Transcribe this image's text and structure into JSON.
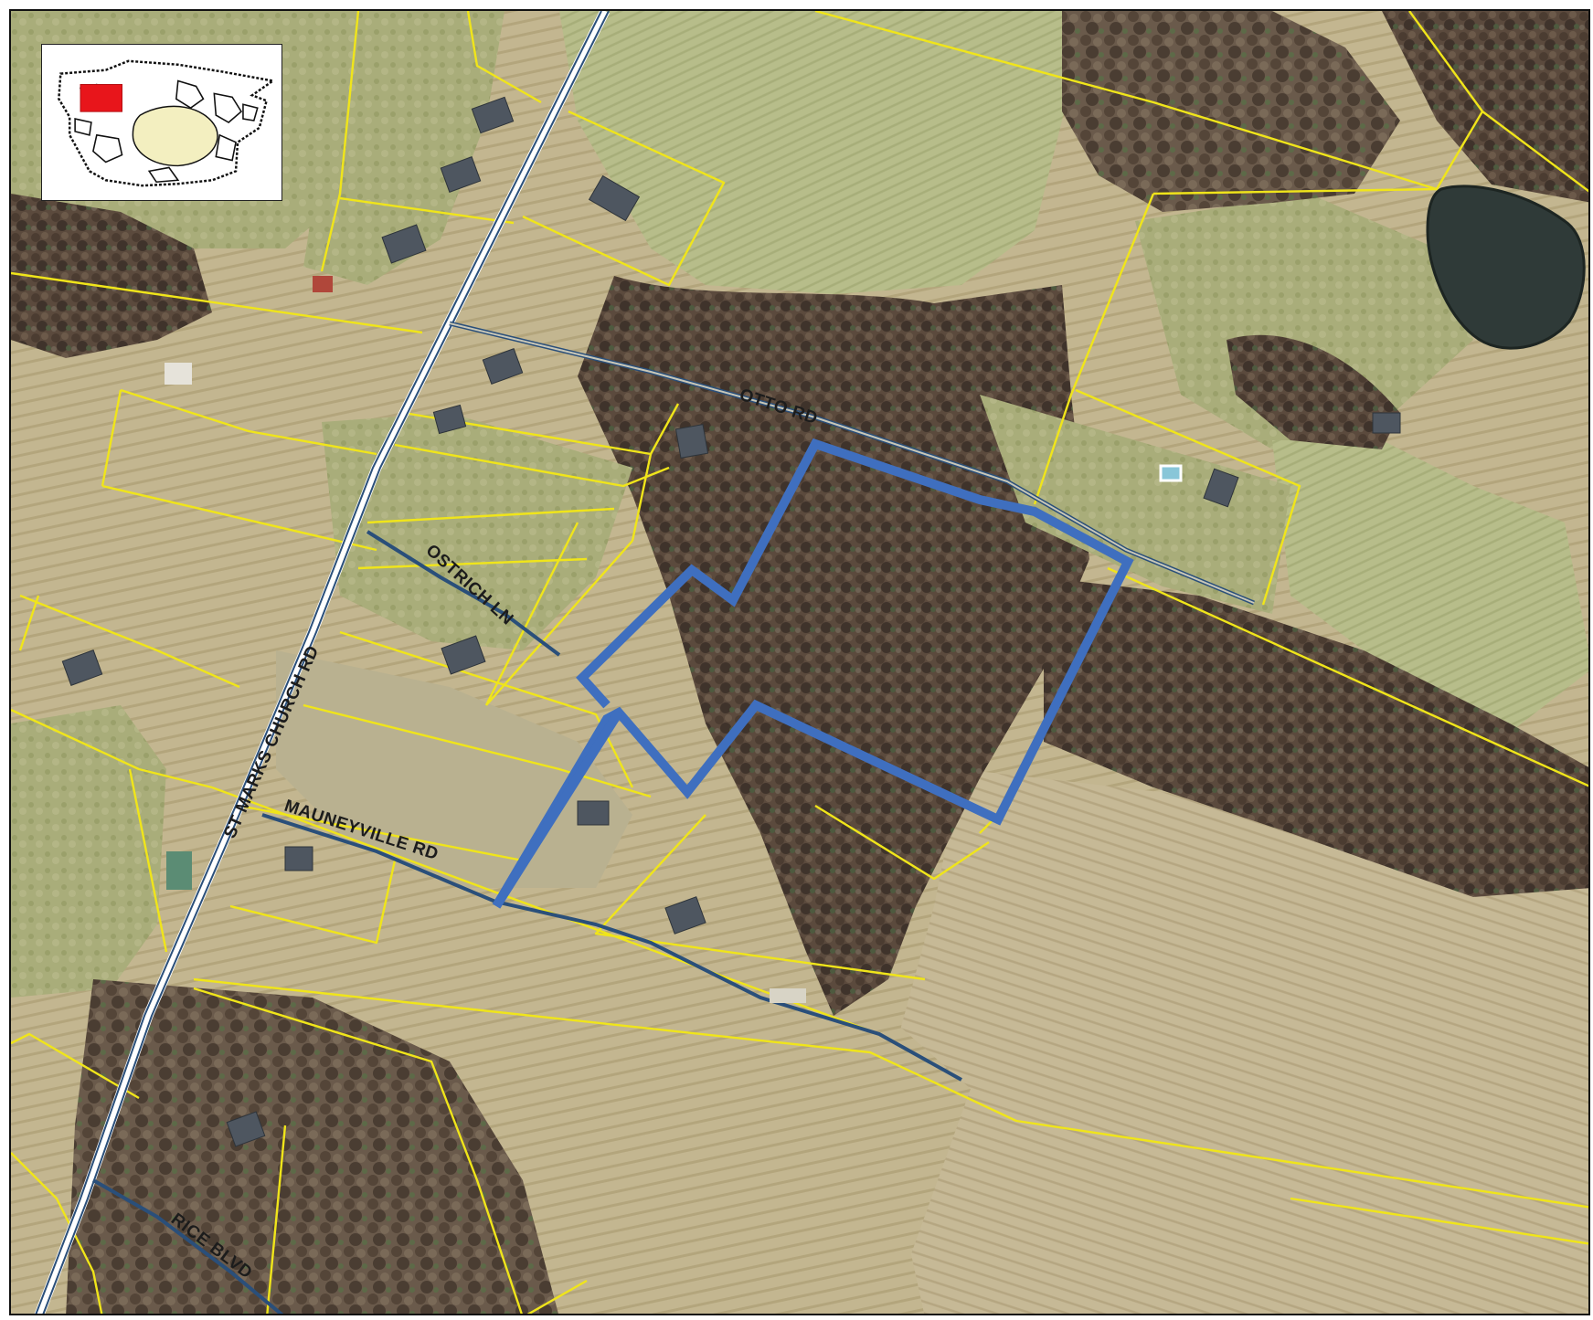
{
  "map": {
    "roads": {
      "st_marks_church_rd": "ST MARKS CHURCH RD",
      "otto_rd": "OTTO RD",
      "ostrich_ln": "OSTRICH LN",
      "mauneyville_rd": "MAUNEYVILLE RD",
      "rice_blvd": "RICE BLVD"
    },
    "colors": {
      "parcel_lines": "#f0e51a",
      "subject_parcel": "#3f6fbf",
      "road_casing": "#2a4f7a",
      "locator_highlight": "#e8151b",
      "locator_fill": "#f3efc0"
    },
    "icons": {
      "locator": "county-locator-inset"
    }
  }
}
